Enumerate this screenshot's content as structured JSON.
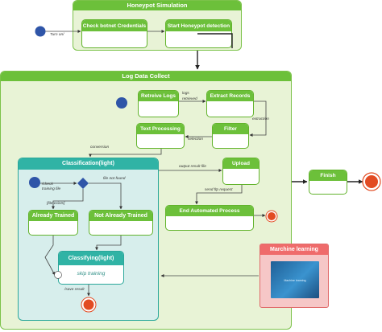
{
  "honeypot": {
    "title": "Honeypot Simulation",
    "check_botnet": "Check botnet Credentials",
    "start_detection": "Start Honeypot detection"
  },
  "log_collect": {
    "title": "Log Data Collect",
    "retrieve_logs": "Retreive Logs",
    "extract_records": "Extract Records",
    "text_processing": "Text Processing",
    "filter": "Filter",
    "upload": "Upload",
    "end_process": "End Automated Process",
    "finish": "Finish"
  },
  "classification": {
    "title": "Classification(light)",
    "already_trained": "Already Trained",
    "not_trained": "Not Already Trained",
    "classifying": "Classifying(light)",
    "skip_training": "skip training"
  },
  "ml": {
    "title": "Marchine learning",
    "image_caption": "Machine learning"
  },
  "labels": {
    "turn_on": "Turn on/",
    "logs_retrieved_1": "logs",
    "logs_retrieved_2": "retrieved",
    "extraction": "extraction",
    "selection": "selection",
    "conversion": "conversion",
    "output_result": "output result file",
    "check_training_1": "/check",
    "check_training_2": "training file",
    "file_not_found": "file not found",
    "file_exists": "[file exists]",
    "send_ftp": "send ftp request",
    "save_result": "/save result"
  },
  "colors": {
    "green_header": "#6cc03a",
    "green_frame": "#e8f3d6",
    "teal_header": "#30b3a5",
    "teal_frame": "#d7eeec",
    "ml_header": "#ef6b6b",
    "ml_frame": "#f6c7c7",
    "initial_node": "#2f55a8",
    "final_node": "#e24b22"
  }
}
